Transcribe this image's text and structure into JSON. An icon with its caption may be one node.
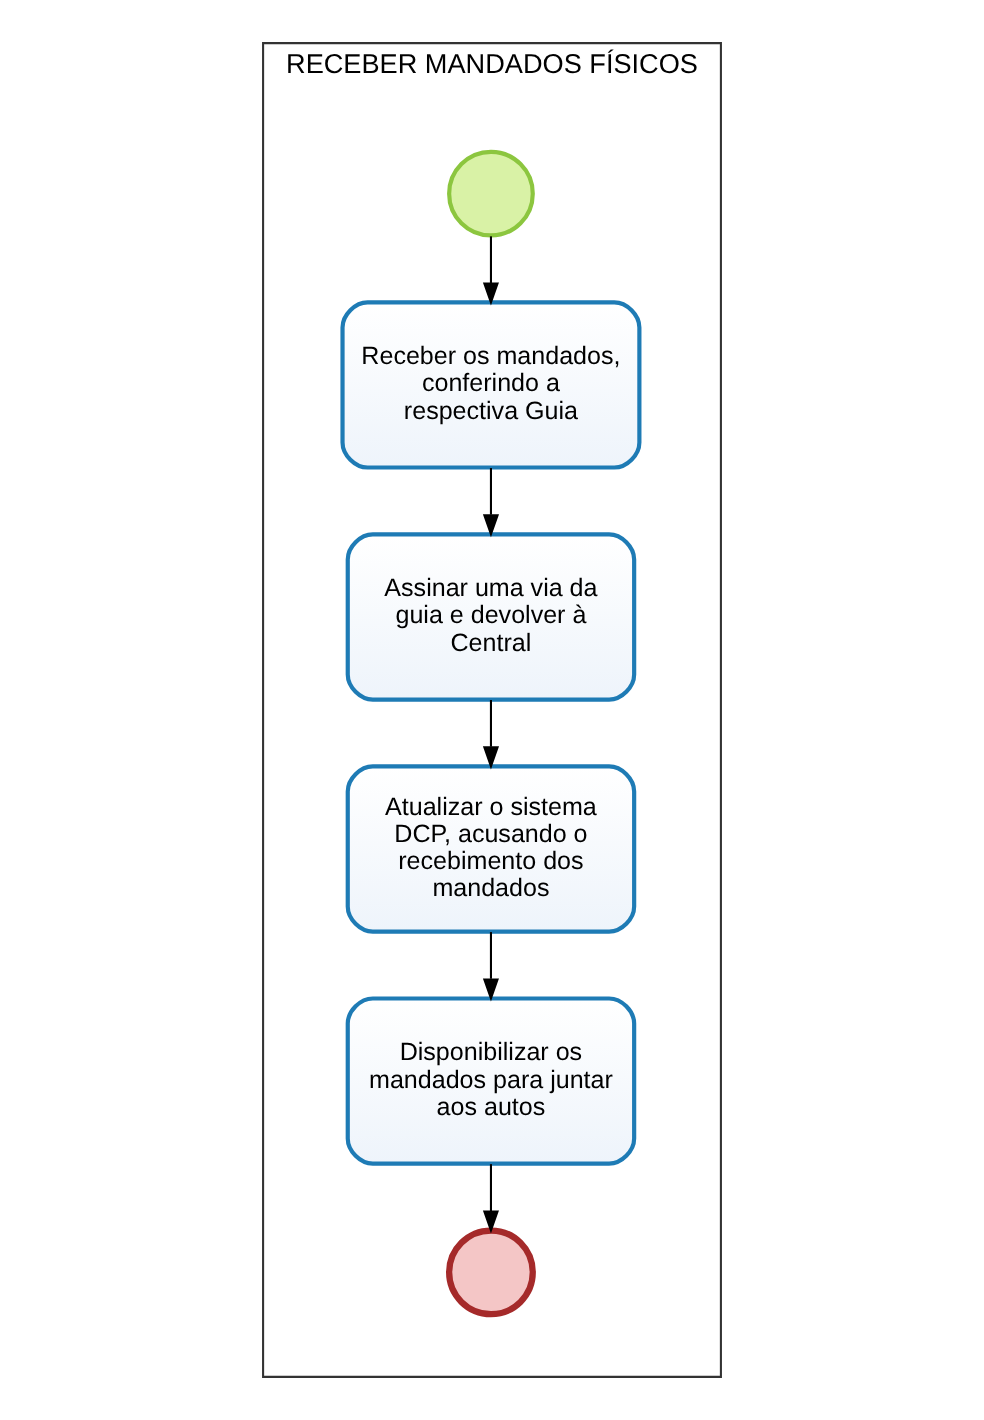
{
  "diagram": {
    "nodes": [
      {
        "text": [
          "RECEBER MANDADOS FÍSICOS"
        ]
      },
      {
        "text": [],
        "shape": "circle",
        "in": 0
      },
      {
        "text": [
          "Receber os mandados, conferindo a respectiva Guia"
        ],
        "in": 0
      },
      {
        "text": [
          "Assinar uma via da guia e devolver à Central"
        ],
        "in": 0
      },
      {
        "text": [
          "Atualizar o sistema DCP, acusando o recebimento dos mandados"
        ],
        "in": 0
      },
      {
        "text": [
          "Disponibilizar os mandados para juntar aos autos"
        ],
        "in": 0
      },
      {
        "text": [],
        "shape": "circle",
        "in": 0
      }
    ],
    "edges": [
      {
        "from": 1,
        "to": 2,
        "arrow": "to"
      },
      {
        "from": 2,
        "to": 3,
        "arrow": "to"
      },
      {
        "from": 3,
        "to": 4,
        "arrow": "to"
      },
      {
        "from": 4,
        "to": 5,
        "arrow": "to"
      },
      {
        "from": 5,
        "to": 6,
        "arrow": "to"
      }
    ]
  }
}
